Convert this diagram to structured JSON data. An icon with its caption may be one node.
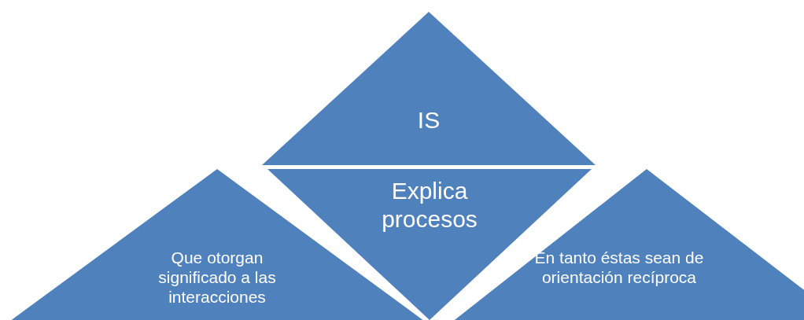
{
  "diagram": {
    "nodes": [
      {
        "text": [
          "IS"
        ]
      },
      {
        "text": [
          "Explica procesos"
        ]
      },
      {
        "text": [
          "Que otorgan significado a las interacciones"
        ]
      },
      {
        "text": [
          "En tanto éstas sean de orientación recíproca"
        ]
      }
    ]
  }
}
